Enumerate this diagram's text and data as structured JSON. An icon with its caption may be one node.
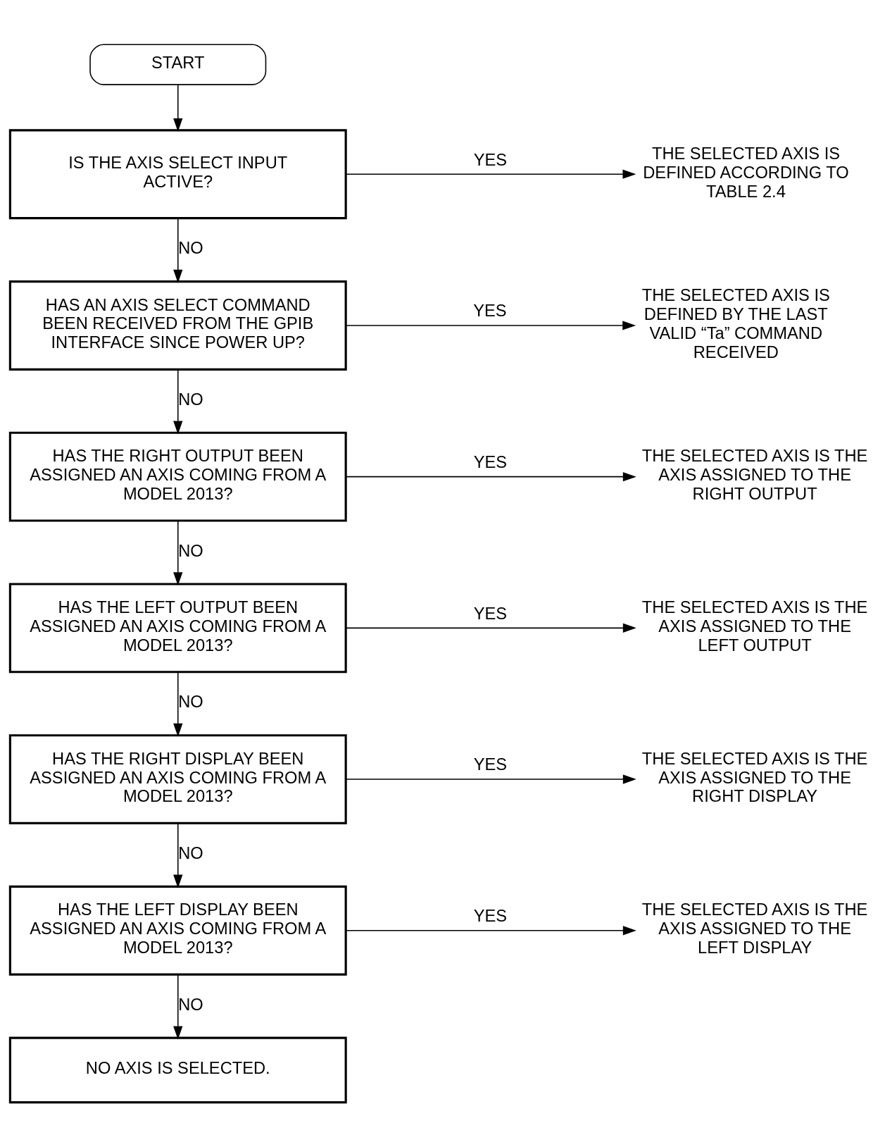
{
  "diagram": {
    "nodes": [
      {
        "text": [
          "START"
        ]
      },
      {
        "text": [
          "IS THE AXIS SELECT INPUT ACTIVE?"
        ]
      },
      {
        "text": [
          "THE SELECTED AXIS IS DEFINED ACCORDING TO TABLE 2.4"
        ]
      },
      {
        "text": [
          "HAS AN AXIS SELECT COMMAND BEEN RECEIVED FROM THE GPIB INTERFACE SINCE POWER UP?"
        ]
      },
      {
        "text": [
          "THE SELECTED AXIS IS DEFINED BY THE LAST VALID “Ta” COMMAND RECEIVED"
        ]
      },
      {
        "text": [
          "HAS THE RIGHT OUTPUT BEEN ASSIGNED AN AXIS COMING FROM A MODEL 2013?"
        ]
      },
      {
        "text": [
          "THE SELECTED AXIS IS THE AXIS ASSIGNED TO THE RIGHT OUTPUT"
        ]
      },
      {
        "text": [
          "HAS THE LEFT OUTPUT BEEN ASSIGNED AN AXIS COMING FROM A MODEL 2013?"
        ]
      },
      {
        "text": [
          "THE SELECTED AXIS IS THE AXIS ASSIGNED TO THE LEFT OUTPUT"
        ]
      },
      {
        "text": [
          "HAS THE RIGHT DISPLAY BEEN ASSIGNED AN AXIS COMING FROM A MODEL 2013?"
        ]
      },
      {
        "text": [
          "THE SELECTED AXIS IS THE AXIS ASSIGNED TO THE RIGHT DISPLAY"
        ]
      },
      {
        "text": [
          "HAS THE LEFT DISPLAY BEEN ASSIGNED AN AXIS COMING FROM A MODEL 2013?"
        ]
      },
      {
        "text": [
          "THE SELECTED AXIS IS THE AXIS ASSIGNED TO THE LEFT DISPLAY"
        ]
      },
      {
        "text": [
          "NO AXIS IS SELECTED."
        ]
      }
    ],
    "edges": [
      {
        "from": 0,
        "to": 1,
        "arrow": "to"
      },
      {
        "from": 1,
        "to": 2,
        "arrow": "to",
        "label": "YES"
      },
      {
        "from": 1,
        "to": 3,
        "arrow": "to",
        "label": "NO"
      },
      {
        "from": 3,
        "to": 4,
        "arrow": "to",
        "label": "YES"
      },
      {
        "from": 3,
        "to": 5,
        "arrow": "to",
        "label": "NO"
      },
      {
        "from": 5,
        "to": 6,
        "arrow": "to",
        "label": "YES"
      },
      {
        "from": 5,
        "to": 7,
        "arrow": "to",
        "label": "NO"
      },
      {
        "from": 7,
        "to": 8,
        "arrow": "to",
        "label": "YES"
      },
      {
        "from": 7,
        "to": 9,
        "arrow": "to",
        "label": "NO"
      },
      {
        "from": 9,
        "to": 10,
        "arrow": "to",
        "label": "YES"
      },
      {
        "from": 9,
        "to": 11,
        "arrow": "to",
        "label": "NO"
      },
      {
        "from": 11,
        "to": 12,
        "arrow": "to",
        "label": "YES"
      },
      {
        "from": 11,
        "to": 13,
        "arrow": "to",
        "label": "NO"
      }
    ]
  }
}
